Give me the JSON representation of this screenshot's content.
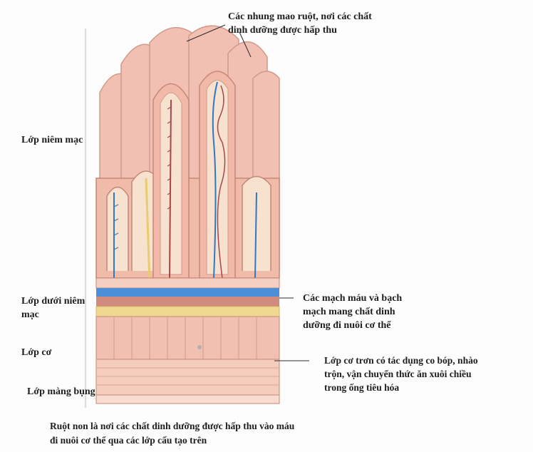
{
  "labels": {
    "villi": [
      "Các nhung mao ruột, nơi các chất",
      "dinh dưỡng được hấp thu"
    ],
    "mucosa": "Lớp niêm mạc",
    "submucosa": [
      "Lớp dưới niêm",
      "mạc"
    ],
    "muscle": "Lớp cơ",
    "serosa": "Lớp màng bụng",
    "vessels": [
      "Các mạch máu và bạch",
      "mạch mang chất dinh",
      "dưỡng đi nuôi cơ thể"
    ],
    "smooth_muscle": [
      "Lớp cơ trơn có tác dụng co bóp, nhào",
      "trộn, vận chuyển thức ăn xuôi chiều",
      "trong ống tiêu hóa"
    ]
  },
  "caption": [
    "Ruột non là nơi các chất dinh dưỡng được hấp thu vào máu",
    "đi nuôi cơ thể qua các lớp cấu tạo trên"
  ],
  "colors": {
    "villus_fill": "#f2b8a8",
    "villus_inner": "#f7e2cf",
    "blood_red": "#a8464a",
    "lymph_blue": "#2f78c4",
    "lacteal_yellow": "#f0d890",
    "muscle": "#f1c0b0",
    "outline": "#c48878"
  }
}
